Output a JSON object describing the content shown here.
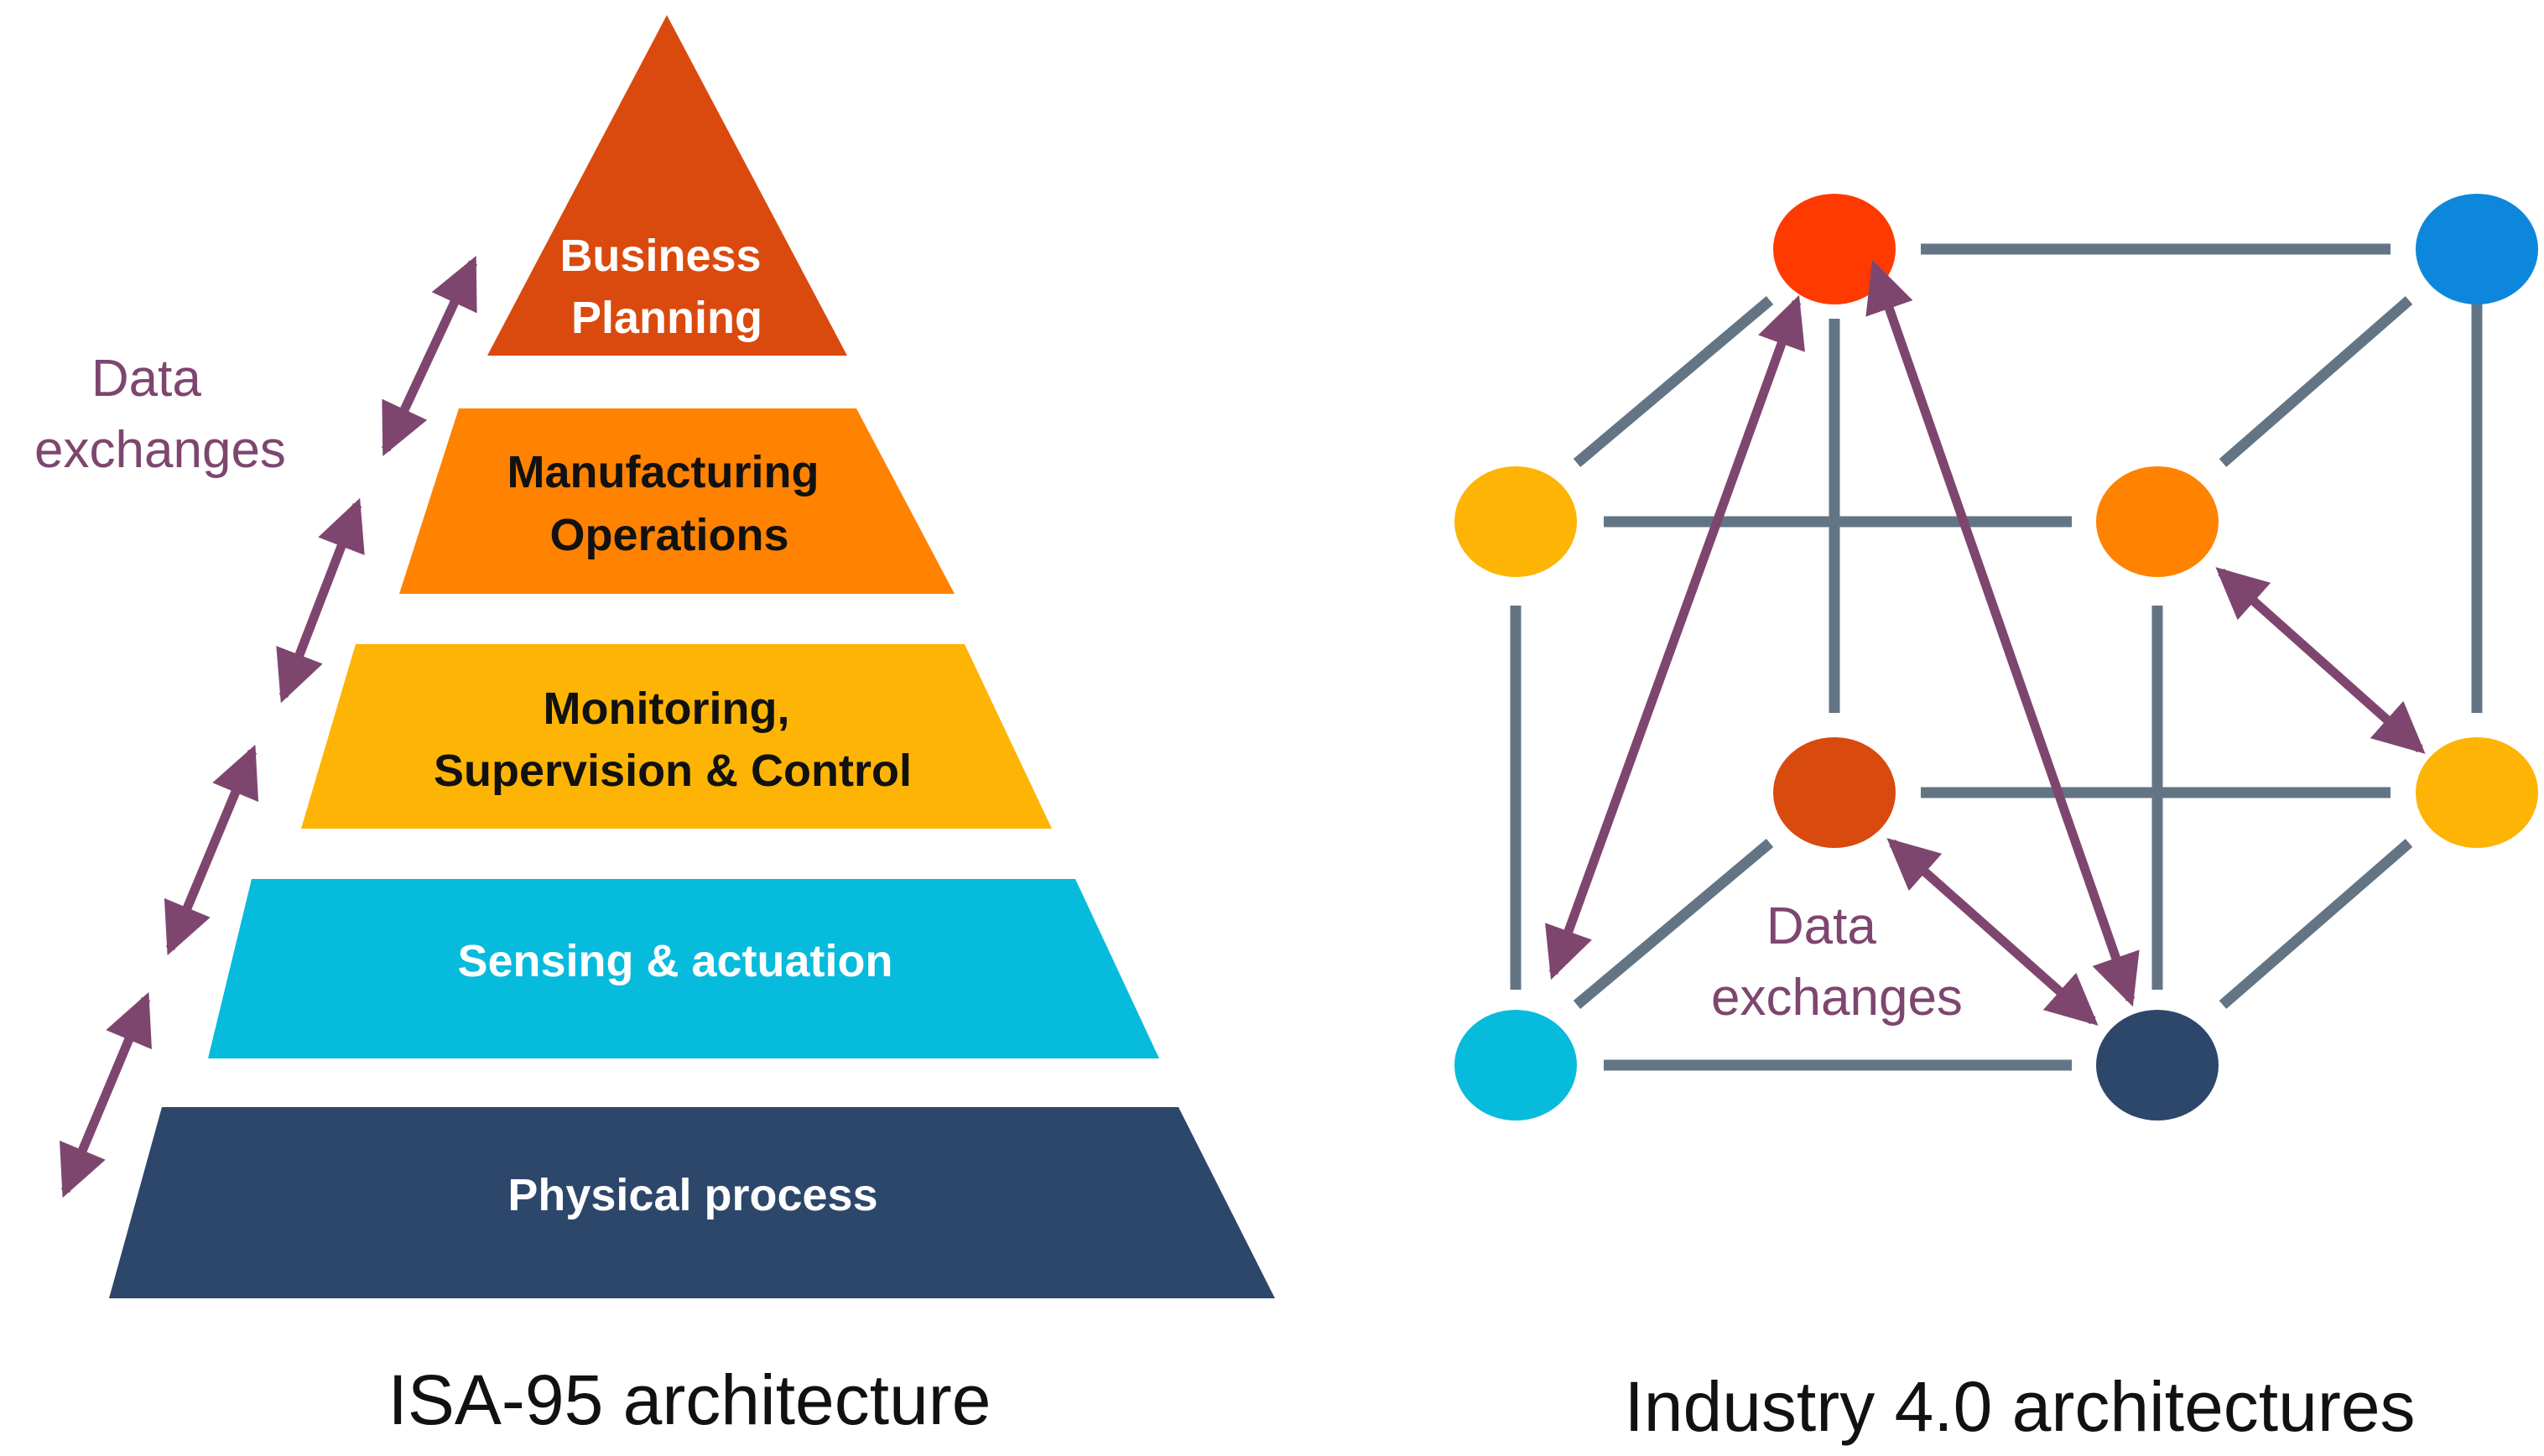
{
  "pyramid": {
    "layers": [
      {
        "lines": [
          "Business",
          "Planning"
        ],
        "color": "#DA4A0E",
        "text_color": "#ffffff"
      },
      {
        "lines": [
          "Manufacturing",
          "Operations"
        ],
        "color": "#FF8200",
        "text_color": "#111111"
      },
      {
        "lines": [
          "Monitoring,",
          "Supervision & Control"
        ],
        "color": "#FDB404",
        "text_color": "#111111"
      },
      {
        "lines": [
          "Sensing & actuation"
        ],
        "color": "#07BBDD",
        "text_color": "#ffffff"
      },
      {
        "lines": [
          "Physical process"
        ],
        "color": "#2D476B",
        "text_color": "#ffffff"
      }
    ],
    "annotation": [
      "Data",
      "exchanges"
    ],
    "caption": "ISA-95 architecture"
  },
  "cube": {
    "node_colors": {
      "back_top_left": "#FF3A00",
      "back_top_right": "#0D87DB",
      "front_top_left": "#FDB404",
      "front_top_right": "#FF8200",
      "back_bottom_left": "#D84A0E",
      "back_bottom_right": "#FDB404",
      "front_bottom_left": "#07BBDD",
      "front_bottom_right": "#2D476B"
    },
    "annotation": [
      "Data",
      "exchanges"
    ],
    "caption": "Industry 4.0 architectures"
  },
  "colors": {
    "arrow": "#7E466F",
    "edge": "#637585",
    "annotation": "#7E466F"
  }
}
